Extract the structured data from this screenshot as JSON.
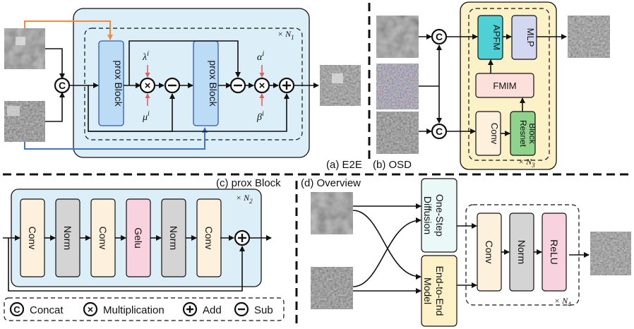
{
  "panels": {
    "e2e": "(a) E2E",
    "osd": "(b) OSD",
    "prox": "(c) prox Block",
    "overview": "(d) Overview"
  },
  "e2e": {
    "block_label": "prox Block",
    "repeat_base": "× N",
    "repeat_sub": "1",
    "lambda": "λ",
    "mu": "μ",
    "alpha": "α",
    "beta": "β",
    "sup": "i"
  },
  "osd": {
    "apfm": "APFM",
    "mlp": "MLP",
    "fmim": "FMIM",
    "conv": "Conv",
    "resnet_line1": "Resnet",
    "resnet_line2": "Block",
    "repeat_base": "× N",
    "repeat_sub": "3"
  },
  "prox": {
    "layers": [
      "Conv",
      "Norm",
      "Conv",
      "Gelu",
      "Norm",
      "Conv"
    ],
    "repeat_base": "× N",
    "repeat_sub": "2"
  },
  "overview": {
    "one_step": [
      "One-Step",
      "Diffusion"
    ],
    "e2e_model": [
      "End-to-End",
      "Model"
    ],
    "layers": [
      "Conv",
      "Norm",
      "ReLU"
    ],
    "repeat_base": "× N",
    "repeat_sub": "4"
  },
  "legend": {
    "concat": "Concat",
    "multiplication": "Multiplication",
    "add": "Add",
    "sub": "Sub"
  },
  "symbols": {
    "concat": "C",
    "mult": "×",
    "add": "+",
    "sub": "−"
  },
  "colors": {
    "panel_blue": "#dceef7",
    "block_blue": "#bcdcf5",
    "panel_yellow": "#fdf1c8",
    "apfm_teal": "#4fd0d4",
    "mlp_lavender": "#d3d8f0",
    "fmim_pink": "#fde0dc",
    "resnet_green": "#8fd28c",
    "conv_cream": "#fdf1dd",
    "norm_gray": "#d4d4d4",
    "gelu_pink": "#f8d2df",
    "arrow_orange": "#f08c3c",
    "arrow_blue": "#4472c4",
    "arrow_red": "#e06060"
  }
}
